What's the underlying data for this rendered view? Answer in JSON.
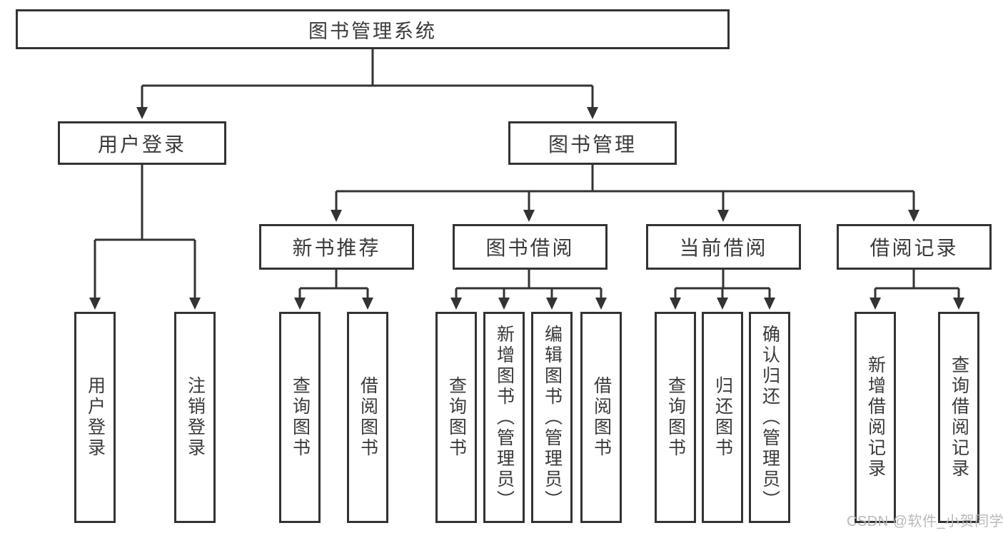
{
  "diagram": {
    "type": "feature-tree",
    "colors": {
      "line": "#333333",
      "box_border": "#333333",
      "text": "#3a3a3a",
      "watermark": "#b9b9b9",
      "background": "#ffffff"
    }
  },
  "tree": {
    "root": {
      "label": "图书管理系统",
      "children": [
        {
          "label": "用户登录",
          "children": [
            {
              "label": "用户登录"
            },
            {
              "label": "注销登录"
            }
          ]
        },
        {
          "label": "图书管理",
          "children": [
            {
              "label": "新书推荐",
              "children": [
                {
                  "label": "查询图书"
                },
                {
                  "label": "借阅图书"
                }
              ]
            },
            {
              "label": "图书借阅",
              "children": [
                {
                  "label": "查询图书"
                },
                {
                  "label": "新增图书（管理员）"
                },
                {
                  "label": "编辑图书（管理员）"
                },
                {
                  "label": "借阅图书"
                }
              ]
            },
            {
              "label": "当前借阅",
              "children": [
                {
                  "label": "查询图书"
                },
                {
                  "label": "归还图书"
                },
                {
                  "label": "确认归还（管理员）"
                }
              ]
            },
            {
              "label": "借阅记录",
              "children": [
                {
                  "label": "新增借阅记录"
                },
                {
                  "label": "查询借阅记录"
                }
              ]
            }
          ]
        }
      ]
    }
  },
  "watermark": {
    "text": "CSDN @软件_小贺同学"
  }
}
